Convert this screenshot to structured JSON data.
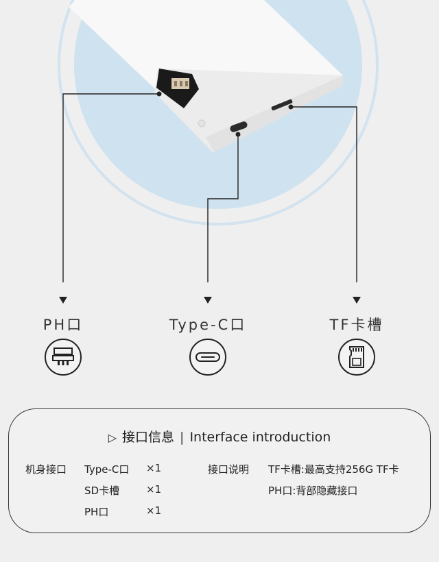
{
  "ports": [
    {
      "label": "PH口",
      "icon": "ph-connector-icon"
    },
    {
      "label": "Type-C口",
      "icon": "type-c-icon"
    },
    {
      "label": "TF卡槽",
      "icon": "tf-card-icon"
    }
  ],
  "info": {
    "title_cn": "接口信息",
    "separator": "|",
    "title_en": "Interface introduction",
    "body_label": "机身接口",
    "body_ports": [
      {
        "name": "Type-C口",
        "qty": "×1"
      },
      {
        "name": "SD卡槽",
        "qty": "×1"
      },
      {
        "name": "PH口",
        "qty": "×1"
      }
    ],
    "desc_label": "接口说明",
    "desc_lines": [
      "TF卡槽:最高支持256G TF卡",
      "PH口:背部隐藏接口"
    ]
  },
  "colors": {
    "background": "#efefef",
    "circle_fill": "#cfe2ef",
    "device_white": "#f7f7f7",
    "line": "#222222"
  }
}
